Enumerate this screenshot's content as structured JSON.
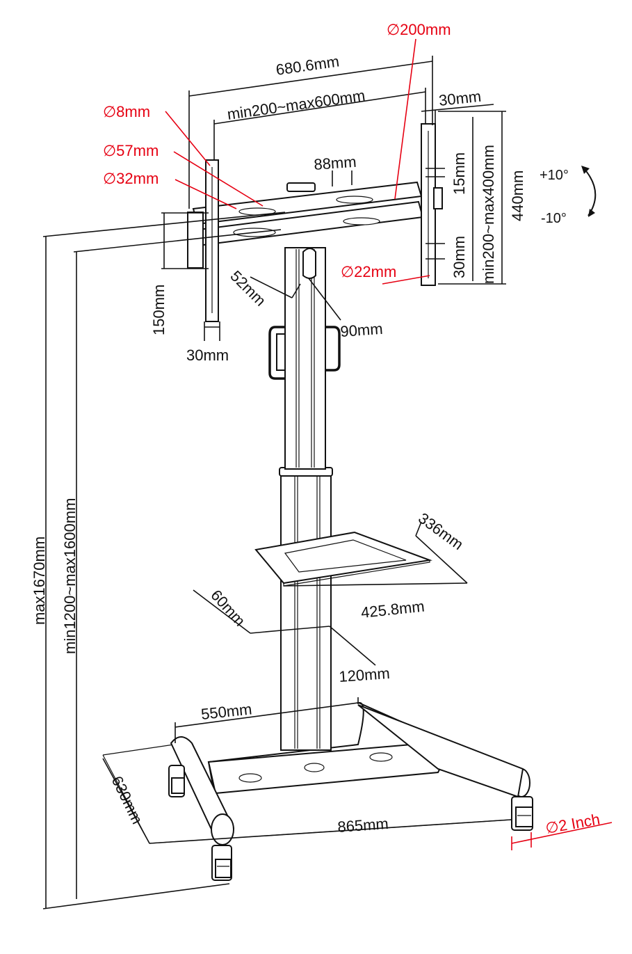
{
  "colors": {
    "dimension_black": "#111111",
    "dimension_red": "#e60012",
    "background": "#ffffff"
  },
  "labels": {
    "bracket_total_width": "680.6mm",
    "vesa_width_range": "min200~max600mm",
    "rail_width": "30mm",
    "hole_8": "∅8mm",
    "hole_57": "∅57mm",
    "hole_32": "∅32mm",
    "hole_200": "∅200mm",
    "rail_spacing": "88mm",
    "slot_15": "15mm",
    "slot_30": "30mm",
    "vesa_height_range": "min200~max400mm",
    "bracket_height": "440mm",
    "tilt_up": "+10°",
    "tilt_down": "-10°",
    "hole_22": "∅22mm",
    "clamp_52": "52mm",
    "clamp_90": "90mm",
    "bracket_150": "150mm",
    "arm_30": "30mm",
    "total_height_max": "max1670mm",
    "height_range": "min1200~max1600mm",
    "shelf_depth": "336mm",
    "shelf_width": "425.8mm",
    "column_60": "60mm",
    "column_120": "120mm",
    "base_inner_width": "550mm",
    "base_depth": "630mm",
    "base_width": "865mm",
    "caster_size": "∅2 Inch"
  }
}
